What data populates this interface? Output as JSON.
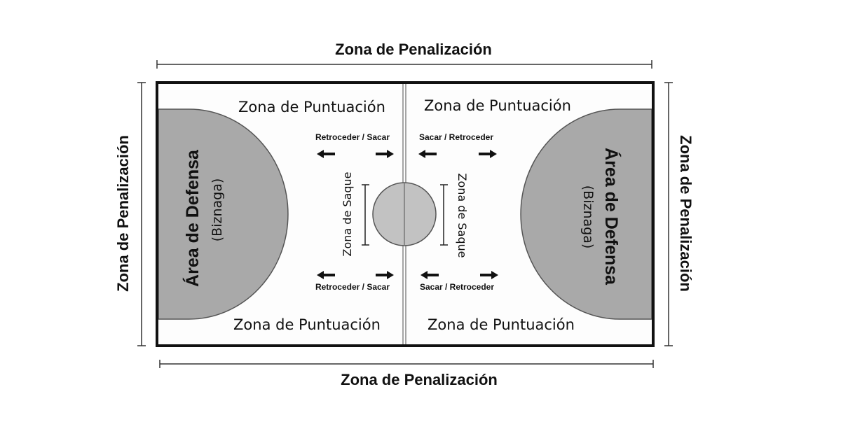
{
  "labels": {
    "penalty_zone": "Zona de Penalización",
    "scoring_zone": "Zona de Puntuación",
    "defense_area": "Área de Defensa",
    "biznaga": "(Biznaga)",
    "serve_zone": "Zona de Saque",
    "back_serve": "Retroceder / Sacar",
    "serve_back": "Sacar / Retroceder"
  },
  "colors": {
    "court_line": "#111111",
    "court_fill": "#fdfdfd",
    "defense_fill": "#a9a9a9",
    "center_circle_fill": "#c2c2c2",
    "text": "#111111"
  }
}
